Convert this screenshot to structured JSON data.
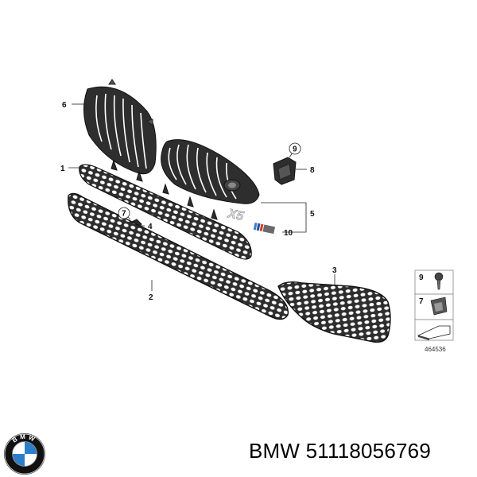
{
  "callouts": {
    "c1": "1",
    "c2": "2",
    "c3": "3",
    "c4": "4",
    "c5": "5",
    "c6": "6",
    "c7": "7",
    "c8": "8",
    "c9": "9",
    "c10": "10"
  },
  "badge_text": "X5",
  "legend": {
    "item9": "9",
    "item7": "7"
  },
  "reference_number": "464536",
  "caption": {
    "brand": "BMW",
    "part_number": "51118056769"
  },
  "logo_letters": "BMW",
  "colors": {
    "part": "#2e2e2e",
    "m_blue": "#3a7bd5",
    "m_red": "#d33a2c"
  }
}
